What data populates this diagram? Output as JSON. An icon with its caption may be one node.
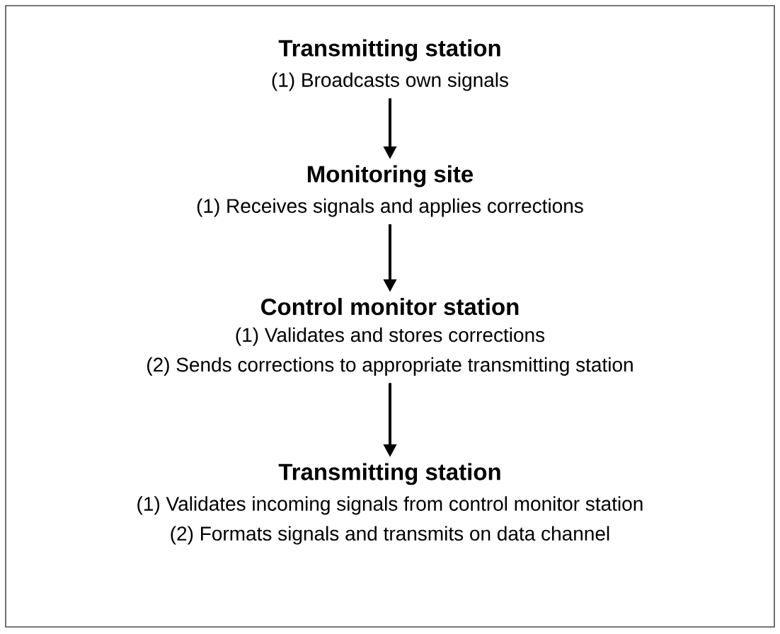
{
  "diagram": {
    "nodes": [
      {
        "text": [
          "Transmitting station",
          "(1) Broadcasts own signals"
        ]
      },
      {
        "text": [
          "Monitoring site",
          "(1) Receives signals and applies corrections"
        ]
      },
      {
        "text": [
          "Control monitor station",
          "(1) Validates and stores corrections",
          "(2) Sends corrections to appropriate transmitting station"
        ]
      },
      {
        "text": [
          "Transmitting station",
          "(1) Validates incoming signals from control monitor station",
          "(2) Formats signals and transmits on data channel"
        ]
      }
    ],
    "edges": [
      {
        "from": 0,
        "to": 1,
        "arrow": "to"
      },
      {
        "from": 1,
        "to": 2,
        "arrow": "to"
      },
      {
        "from": 2,
        "to": 3,
        "arrow": "to"
      }
    ]
  }
}
